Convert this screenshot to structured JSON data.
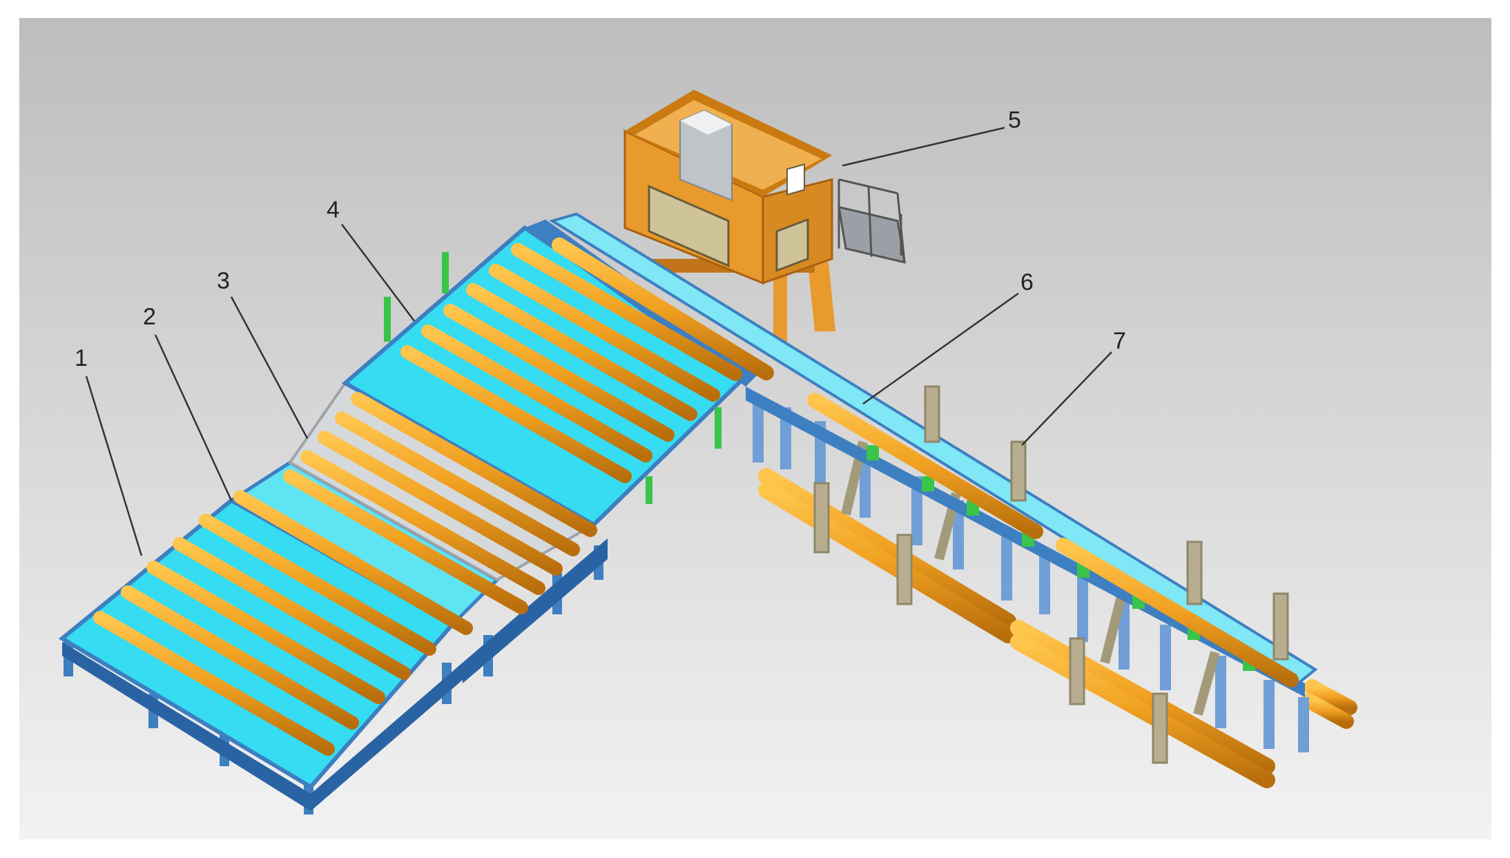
{
  "colors": {
    "background_light": "#f2f2f2",
    "background_dark": "#bdbdbd",
    "frame_blue": "#3d7fc1",
    "frame_blue_dark": "#2a63a3",
    "deck_cyan": "#35dcf2",
    "deck_cyan_dark": "#1fb8d4",
    "steel_grey": "#cfd3d6",
    "log_orange": "#f0a020",
    "log_orange_dark": "#c97a10",
    "cabin_orange": "#e89a2c",
    "cabin_orange_dark": "#c2741a",
    "post_khaki": "#b8ae8f",
    "post_khaki_dark": "#8f8669",
    "brace_green": "#39c44a",
    "leader_line": "#333333"
  },
  "callouts": [
    {
      "label": "1"
    },
    {
      "label": "2"
    },
    {
      "label": "3"
    },
    {
      "label": "4"
    },
    {
      "label": "5"
    },
    {
      "label": "6"
    },
    {
      "label": "7"
    }
  ]
}
